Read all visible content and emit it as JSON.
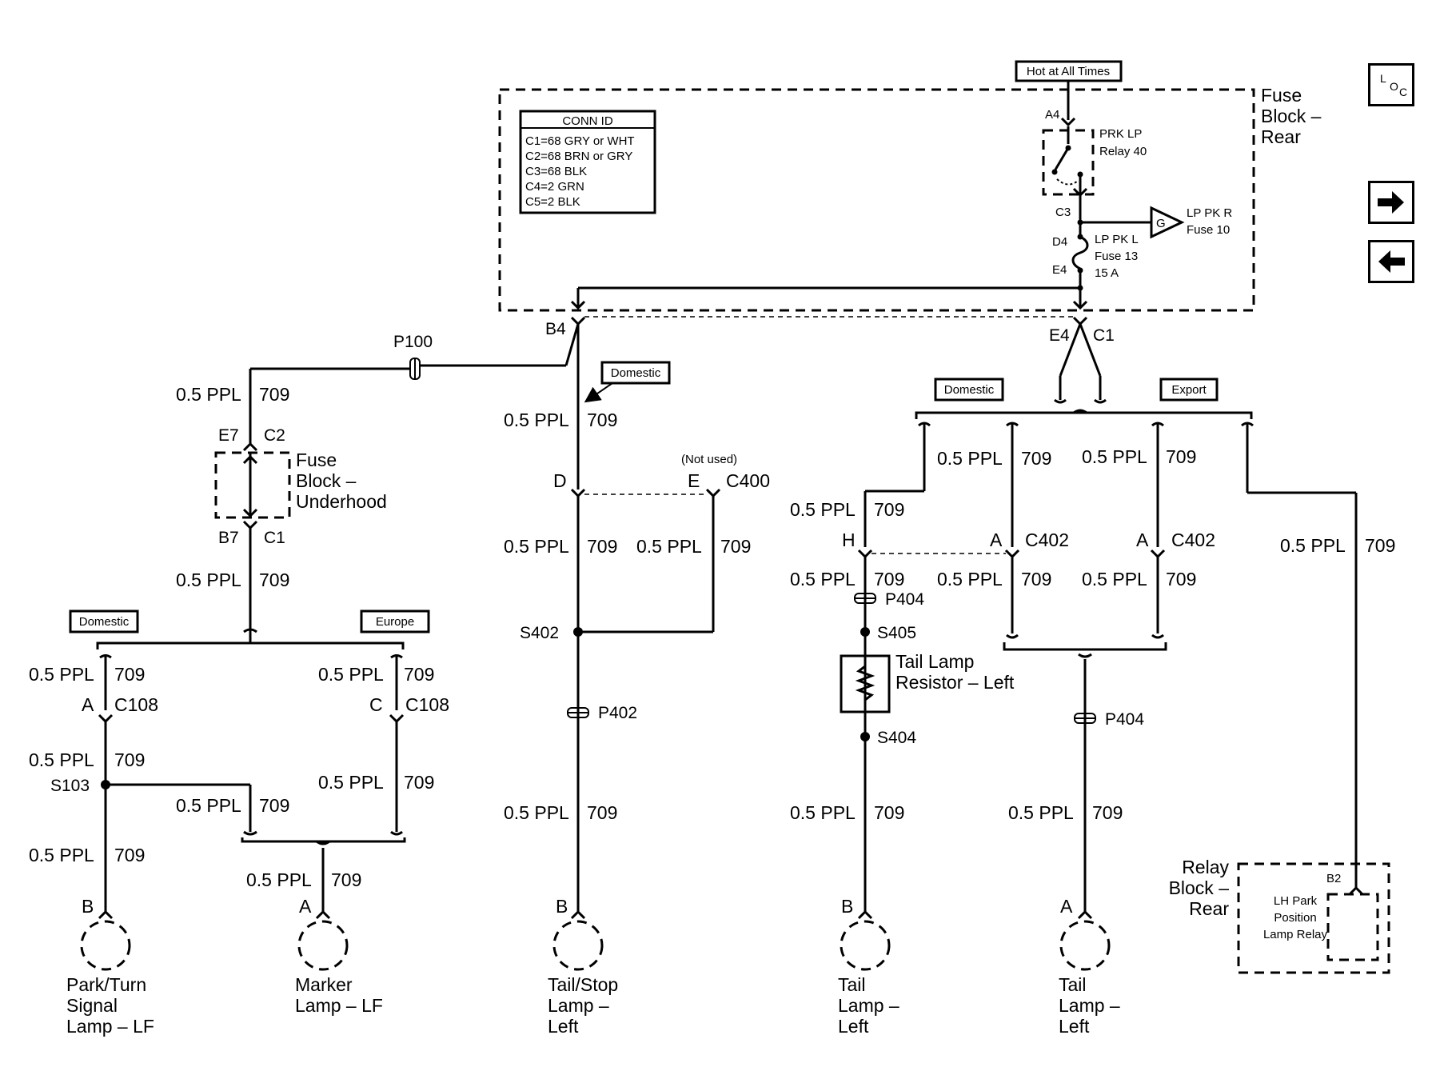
{
  "nav": {
    "loc_l": "L",
    "loc_o": "O",
    "loc_c": "C",
    "forward_icon": "arrow-right-icon",
    "back_icon": "arrow-left-icon"
  },
  "power": {
    "hot": "Hot at All Times"
  },
  "fuse_block_rear": {
    "l1": "Fuse",
    "l2": "Block –",
    "l3": "Rear"
  },
  "conn_id": {
    "title": "CONN ID",
    "rows": [
      "C1=68 GRY or WHT",
      "C2=68 BRN or GRY",
      "C3=68 BLK",
      "C4=2 GRN",
      "C5=2 BLK"
    ]
  },
  "relay40": {
    "pin": "A4",
    "l1": "PRK LP",
    "l2": "Relay 40"
  },
  "fuse10": {
    "pin": "C3",
    "ground_letter": "G",
    "l1": "LP PK R",
    "l2": "Fuse 10"
  },
  "fuse13": {
    "pin_top": "D4",
    "pin_bot": "E4",
    "l1": "LP PK L",
    "l2": "Fuse 13",
    "l3": "15 A"
  },
  "conn_b4": {
    "pin": "B4"
  },
  "conn_e4c1": {
    "pin": "E4",
    "conn": "C1"
  },
  "p100": {
    "label": "P100"
  },
  "wire": {
    "gauge": "0.5 PPL",
    "circuit": "709"
  },
  "fuse_underhood": {
    "pin_top": "E7",
    "conn_top": "C2",
    "pin_bot": "B7",
    "conn_bot": "C1",
    "l1": "Fuse",
    "l2": "Block –",
    "l3": "Underhood"
  },
  "options": {
    "domestic": "Domestic",
    "europe": "Europe",
    "export": "Export",
    "not_used": "(Not used)"
  },
  "c108": {
    "pin_a": "A",
    "pin_c": "C",
    "conn": "C108"
  },
  "c400": {
    "pin_d": "D",
    "pin_e": "E",
    "conn": "C400"
  },
  "c402": {
    "pin_h": "H",
    "pin_a": "A",
    "conn": "C402"
  },
  "splices": {
    "s103": "S103",
    "s402": "S402",
    "s404": "S404",
    "s405": "S405"
  },
  "inline": {
    "p402": "P402",
    "p404": "P404"
  },
  "resistor": {
    "l1": "Tail Lamp",
    "l2": "Resistor – Left"
  },
  "relay_block": {
    "l1": "Relay",
    "l2": "Block –",
    "l3": "Rear",
    "pin": "B2",
    "relay_l1": "LH Park",
    "relay_l2": "Position",
    "relay_l3": "Lamp Relay"
  },
  "lamps": [
    {
      "pin": "B",
      "lines": [
        "Park/Turn",
        "Signal",
        "Lamp – LF"
      ]
    },
    {
      "pin": "A",
      "lines": [
        "Marker",
        "Lamp – LF"
      ]
    },
    {
      "pin": "B",
      "lines": [
        "Tail/Stop",
        "Lamp –",
        "Left"
      ]
    },
    {
      "pin": "B",
      "lines": [
        "Tail",
        "Lamp –",
        "Left"
      ]
    },
    {
      "pin": "A",
      "lines": [
        "Tail",
        "Lamp –",
        "Left"
      ]
    }
  ]
}
